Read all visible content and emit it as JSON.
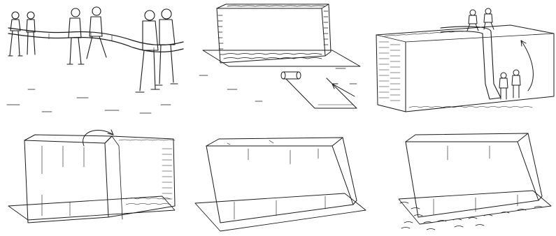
{
  "figure": {
    "panels": [
      {
        "id": "step-1",
        "depicts": "stretch-tarpaulin-strip"
      },
      {
        "id": "step-2",
        "depicts": "rolled-strip-before-stack"
      },
      {
        "id": "step-3",
        "depicts": "pull-strip-over-stack"
      },
      {
        "id": "step-4",
        "depicts": "wrap-strip-with-arrow"
      },
      {
        "id": "step-5",
        "depicts": "fully-covered-stack"
      },
      {
        "id": "step-6",
        "depicts": "covered-stack-sealed-base"
      }
    ],
    "ink_color": "#1a1a1a",
    "background": "#ffffff"
  }
}
